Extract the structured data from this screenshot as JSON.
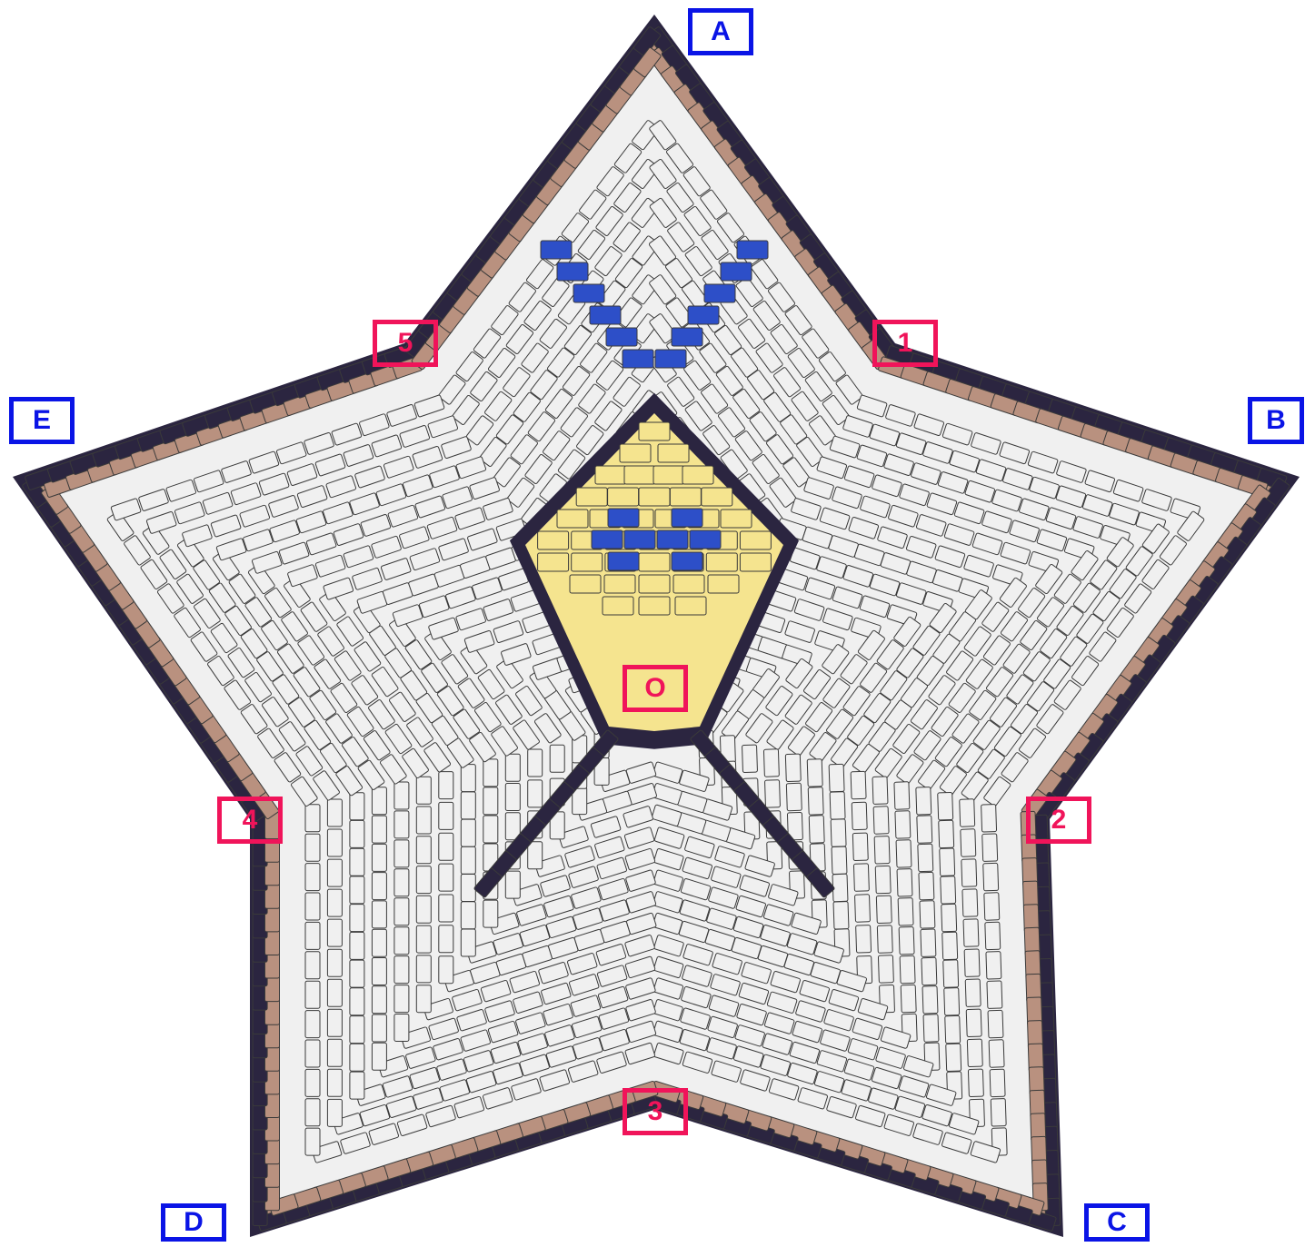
{
  "colors": {
    "outline": "#2b2540",
    "tan": "#b9917f",
    "white": "#f0f0f0",
    "blue": "#2d4fc8",
    "yellow": "#f5e48f",
    "outer_label": "#0a14e6",
    "inner_label": "#f0145a"
  },
  "outer_labels": {
    "a": "A",
    "b": "B",
    "c": "C",
    "d": "D",
    "e": "E"
  },
  "inner_labels": {
    "p1": "1",
    "p2": "2",
    "p3": "3",
    "p4": "4",
    "p5": "5",
    "center": "O"
  }
}
